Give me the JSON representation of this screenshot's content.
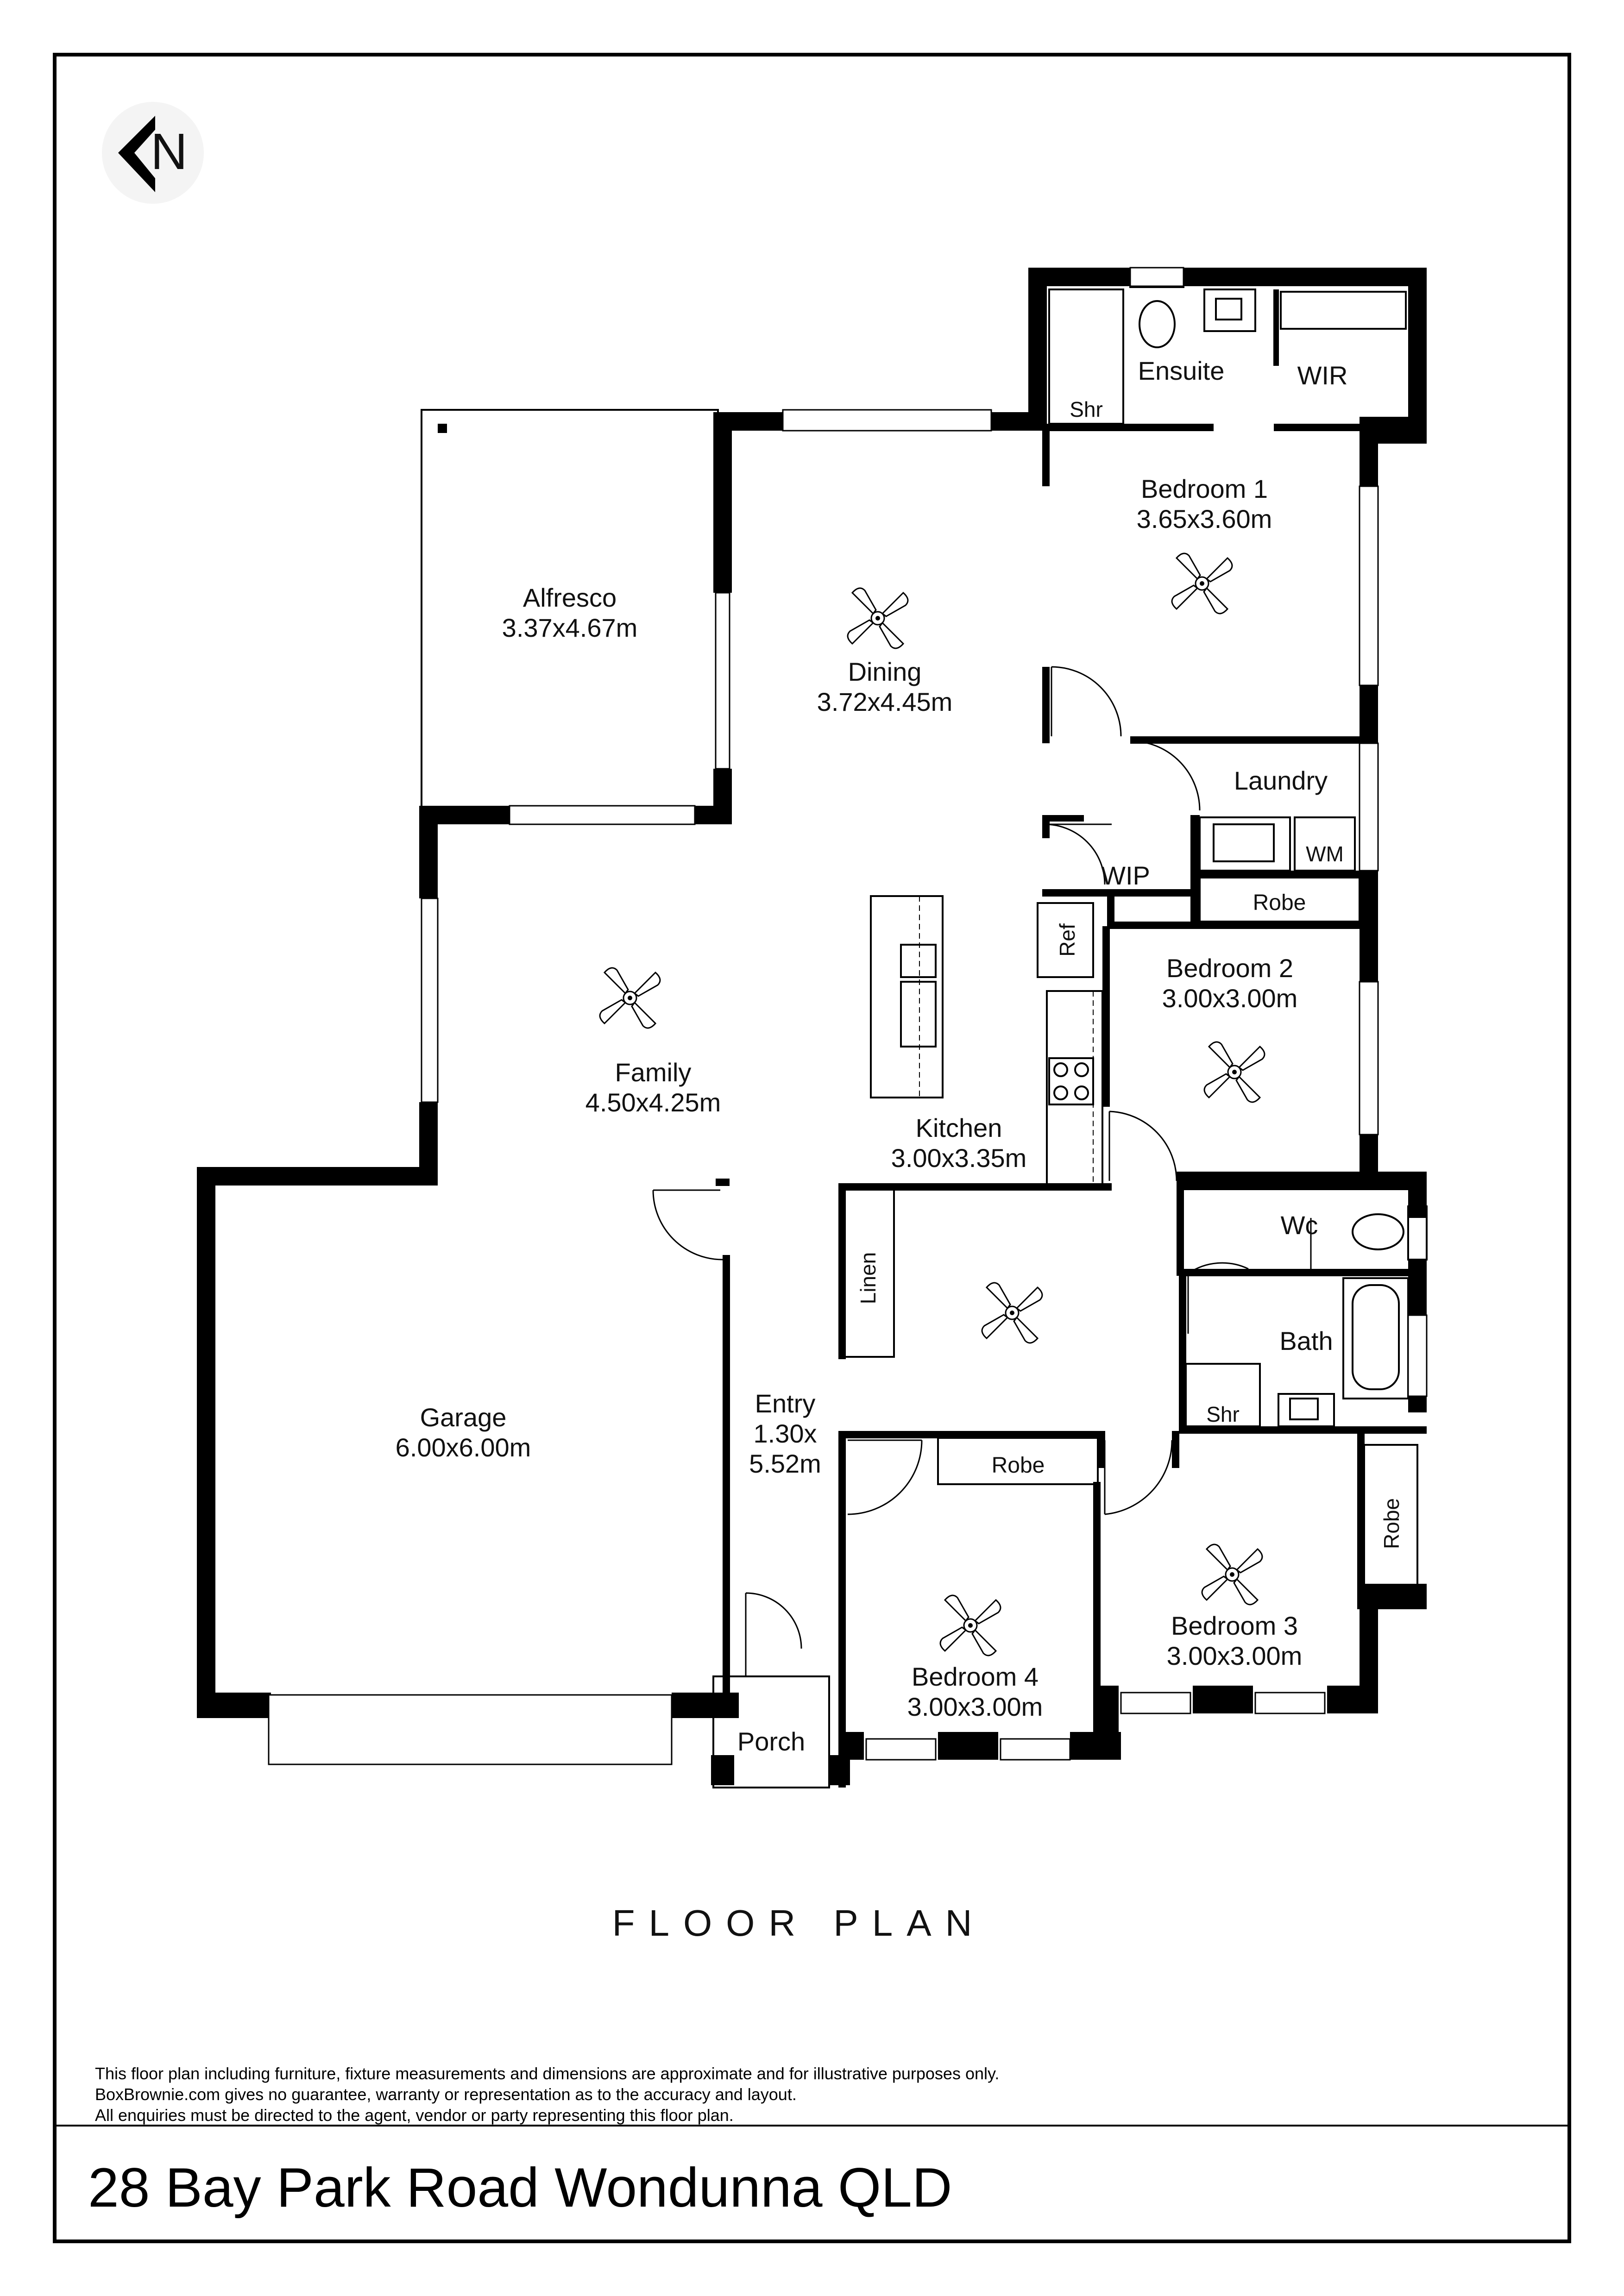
{
  "compass": {
    "letter": "N",
    "icon": "north-compass-icon"
  },
  "rooms": [
    {
      "id": "ensuite",
      "name": "Ensuite",
      "size": ""
    },
    {
      "id": "wir",
      "name": "WIR",
      "size": ""
    },
    {
      "id": "ensuite-shower",
      "name": "Shr",
      "size": ""
    },
    {
      "id": "bedroom-1",
      "name": "Bedroom 1",
      "size": "3.65x3.60m"
    },
    {
      "id": "alfresco",
      "name": "Alfresco",
      "size": "3.37x4.67m"
    },
    {
      "id": "dining",
      "name": "Dining",
      "size": "3.72x4.45m"
    },
    {
      "id": "laundry",
      "name": "Laundry",
      "size": ""
    },
    {
      "id": "wm",
      "name": "WM",
      "size": ""
    },
    {
      "id": "wip",
      "name": "WIP",
      "size": ""
    },
    {
      "id": "robe-bed2",
      "name": "Robe",
      "size": ""
    },
    {
      "id": "ref",
      "name": "Ref",
      "size": ""
    },
    {
      "id": "bedroom-2",
      "name": "Bedroom 2",
      "size": "3.00x3.00m"
    },
    {
      "id": "family",
      "name": "Family",
      "size": "4.50x4.25m"
    },
    {
      "id": "kitchen",
      "name": "Kitchen",
      "size": "3.00x3.35m"
    },
    {
      "id": "wc",
      "name": "Wc",
      "size": ""
    },
    {
      "id": "linen",
      "name": "Linen",
      "size": ""
    },
    {
      "id": "bath",
      "name": "Bath",
      "size": ""
    },
    {
      "id": "bath-shower",
      "name": "Shr",
      "size": ""
    },
    {
      "id": "garage",
      "name": "Garage",
      "size": "6.00x6.00m"
    },
    {
      "id": "entry",
      "name": "Entry",
      "size": "1.30x",
      "size2": "5.52m"
    },
    {
      "id": "robe-bed4",
      "name": "Robe",
      "size": ""
    },
    {
      "id": "robe-bed3",
      "name": "Robe",
      "size": ""
    },
    {
      "id": "bedroom-3",
      "name": "Bedroom 3",
      "size": "3.00x3.00m"
    },
    {
      "id": "bedroom-4",
      "name": "Bedroom 4",
      "size": "3.00x3.00m"
    },
    {
      "id": "porch",
      "name": "Porch",
      "size": ""
    }
  ],
  "heading": "FLOOR PLAN",
  "disclaimer": [
    "This floor plan including furniture, fixture measurements and dimensions are approximate and for illustrative purposes only.",
    "BoxBrownie.com gives no guarantee, warranty or representation as to the accuracy and layout.",
    "All enquiries must be directed to the agent, vendor or party representing this floor plan."
  ],
  "address": "28 Bay Park Road Wondunna QLD"
}
